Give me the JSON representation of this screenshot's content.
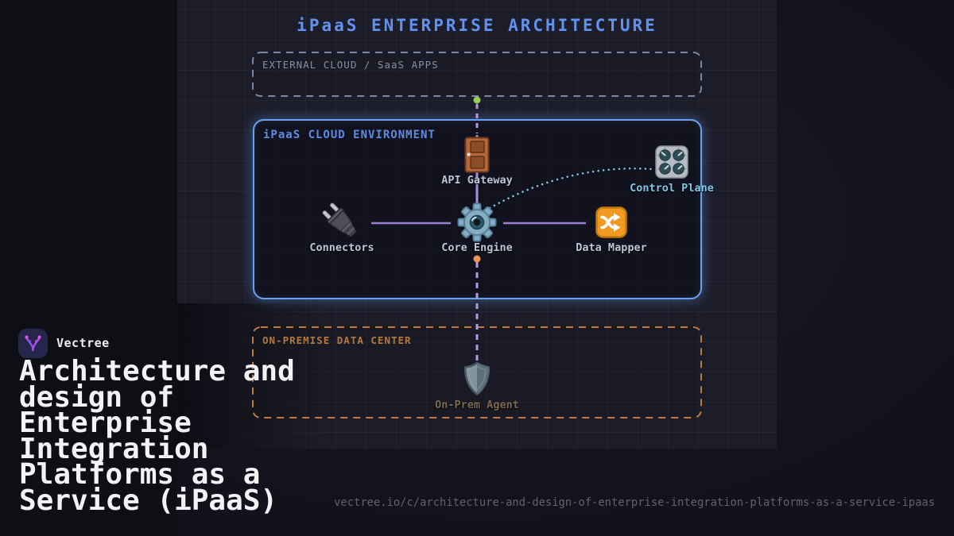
{
  "diagram": {
    "title": "iPaaS ENTERPRISE ARCHITECTURE",
    "zones": {
      "external": {
        "label": "EXTERNAL CLOUD / SaaS APPS",
        "border_color": "#7d87a3",
        "border_style": "dashed"
      },
      "ipaas": {
        "label": "iPaaS CLOUD ENVIRONMENT",
        "border_color": "#69a2f2",
        "border_style": "solid"
      },
      "onprem": {
        "label": "ON-PREMISE DATA CENTER",
        "border_color": "#c0793f",
        "border_style": "dashed"
      }
    },
    "nodes": {
      "api_gateway": {
        "label": "API Gateway",
        "icon": "door-icon"
      },
      "control_plane": {
        "label": "Control Plane",
        "icon": "control-knobs-icon",
        "label_color": "#7ec8ea"
      },
      "connectors": {
        "label": "Connectors",
        "icon": "plug-icon"
      },
      "core_engine": {
        "label": "Core Engine",
        "icon": "gear-icon"
      },
      "data_mapper": {
        "label": "Data Mapper",
        "icon": "shuffle-icon"
      },
      "onprem_agent": {
        "label": "On-Prem Agent",
        "icon": "shield-icon",
        "label_color": "#7d6852"
      }
    },
    "connectors": {
      "cloud_to_gateway": {
        "style": "dashed",
        "color": "#b49add",
        "endpoint_dot_color": "#9ac95e"
      },
      "gateway_to_core": {
        "style": "solid",
        "color": "#a88fd8"
      },
      "connectors_to_core": {
        "style": "solid",
        "color": "#9b7fd4"
      },
      "core_to_mapper": {
        "style": "solid",
        "color": "#9b7fd4"
      },
      "core_to_control_plane": {
        "style": "dotted",
        "color": "#7ec8ea"
      },
      "core_to_onprem_agent": {
        "style": "dashed",
        "color": "#b49add",
        "endpoint_dot_color": "#ee9355"
      }
    },
    "colors": {
      "title": "#6292ee",
      "node_label": "#bfc4da",
      "panel_background": "#1d1d2a",
      "page_background": "#14141f"
    }
  },
  "branding": {
    "name": "Vectree",
    "logo_icon": "vectree-branch-icon",
    "headline": "Architecture and design of Enterprise Integration Platforms as a Service (iPaaS)",
    "url": "vectree.io/c/architecture-and-design-of-enterprise-integration-platforms-as-a-service-ipaas"
  }
}
